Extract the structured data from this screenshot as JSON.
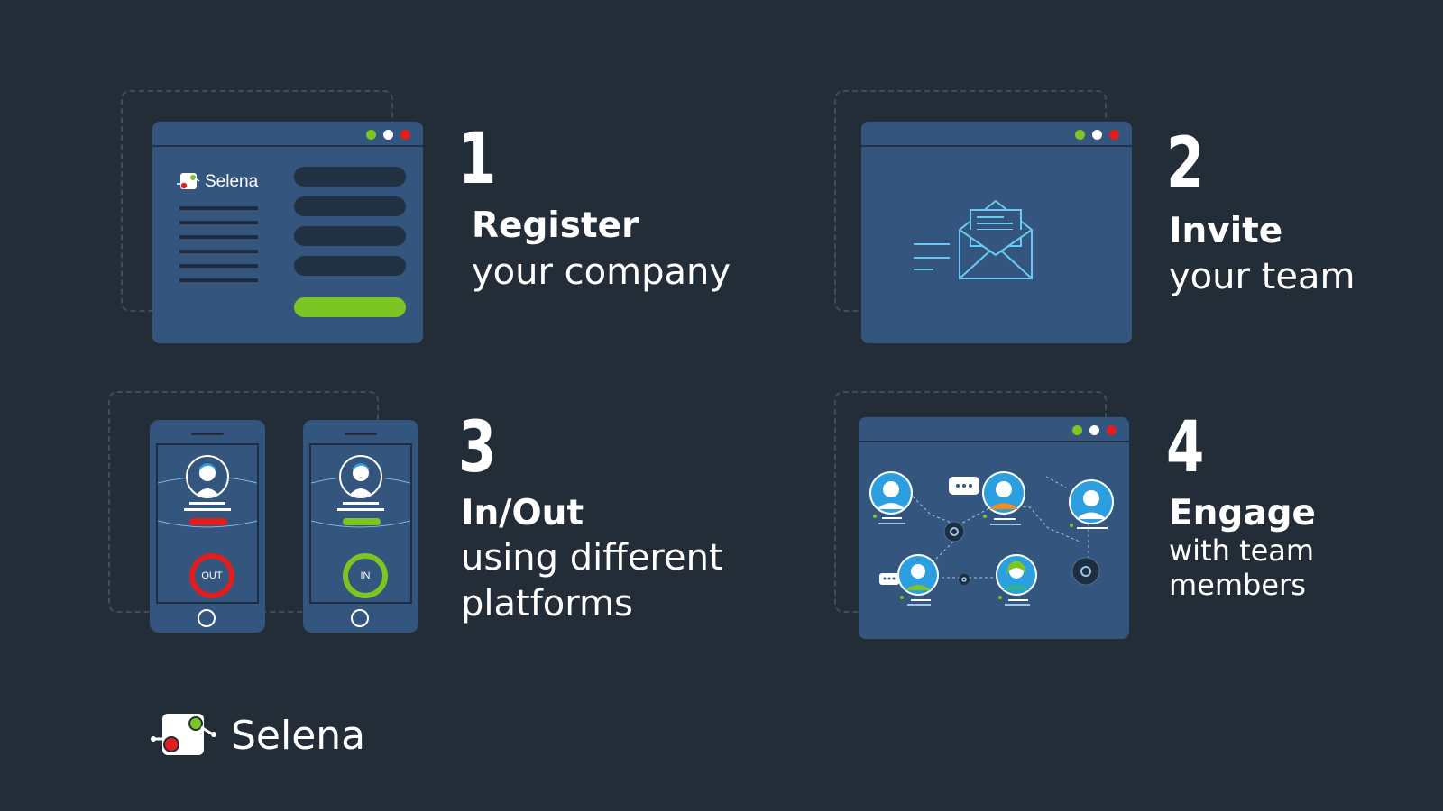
{
  "steps": [
    {
      "number": "1",
      "title": "Register",
      "subtitle": [
        "your company"
      ]
    },
    {
      "number": "2",
      "title": "Invite",
      "subtitle": [
        "your team"
      ]
    },
    {
      "number": "3",
      "title": "In/Out",
      "subtitle": [
        "using different",
        "platforms"
      ]
    },
    {
      "number": "4",
      "title": "Engage",
      "subtitle": [
        "with team",
        "members"
      ]
    }
  ],
  "register_window": {
    "brand": "Selena"
  },
  "phones": {
    "out_label": "OUT",
    "in_label": "IN"
  },
  "footer": {
    "brand": "Selena"
  },
  "colors": {
    "background": "#232d38",
    "panel": "#34557e",
    "green": "#7cc522",
    "red": "#e21d1d",
    "blue": "#2b9fe0",
    "envelope": "#6ac8f2"
  },
  "icons": [
    "selena-logo-icon",
    "envelope-icon",
    "user-avatar-icon",
    "gear-icon",
    "chat-bubble-icon"
  ]
}
